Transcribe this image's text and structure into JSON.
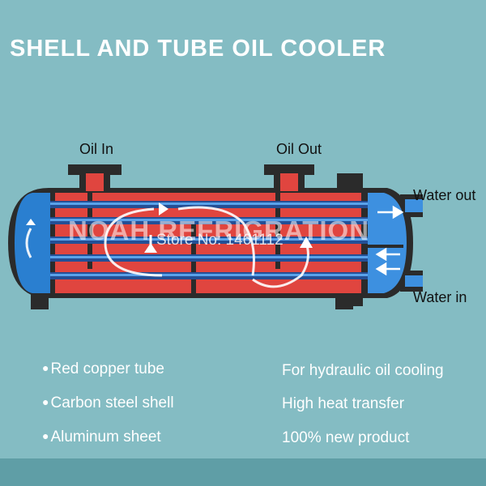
{
  "title": "SHELL AND TUBE OIL COOLER",
  "labels": {
    "oil_in": "Oil In",
    "oil_out": "Oil Out",
    "water_out": "Water out",
    "water_in": "Water in"
  },
  "watermark": {
    "brand": "NOAH REFRIGRATION",
    "store": "Store No: 1461112"
  },
  "features_left": [
    {
      "bullet": "●",
      "text": "Red copper tube"
    },
    {
      "bullet": "●",
      "text": "Carbon steel shell"
    },
    {
      "bullet": "●",
      "text": "Aluminum sheet"
    }
  ],
  "features_right": [
    {
      "text": "For hydraulic oil cooling"
    },
    {
      "text": "High heat transfer"
    },
    {
      "text": "100% new product"
    }
  ],
  "colors": {
    "background": "#84bcc3",
    "oil": "#e0453f",
    "water": "#2a7fd0",
    "tube": "#244f95",
    "shell_outline": "#2b2b2b"
  }
}
